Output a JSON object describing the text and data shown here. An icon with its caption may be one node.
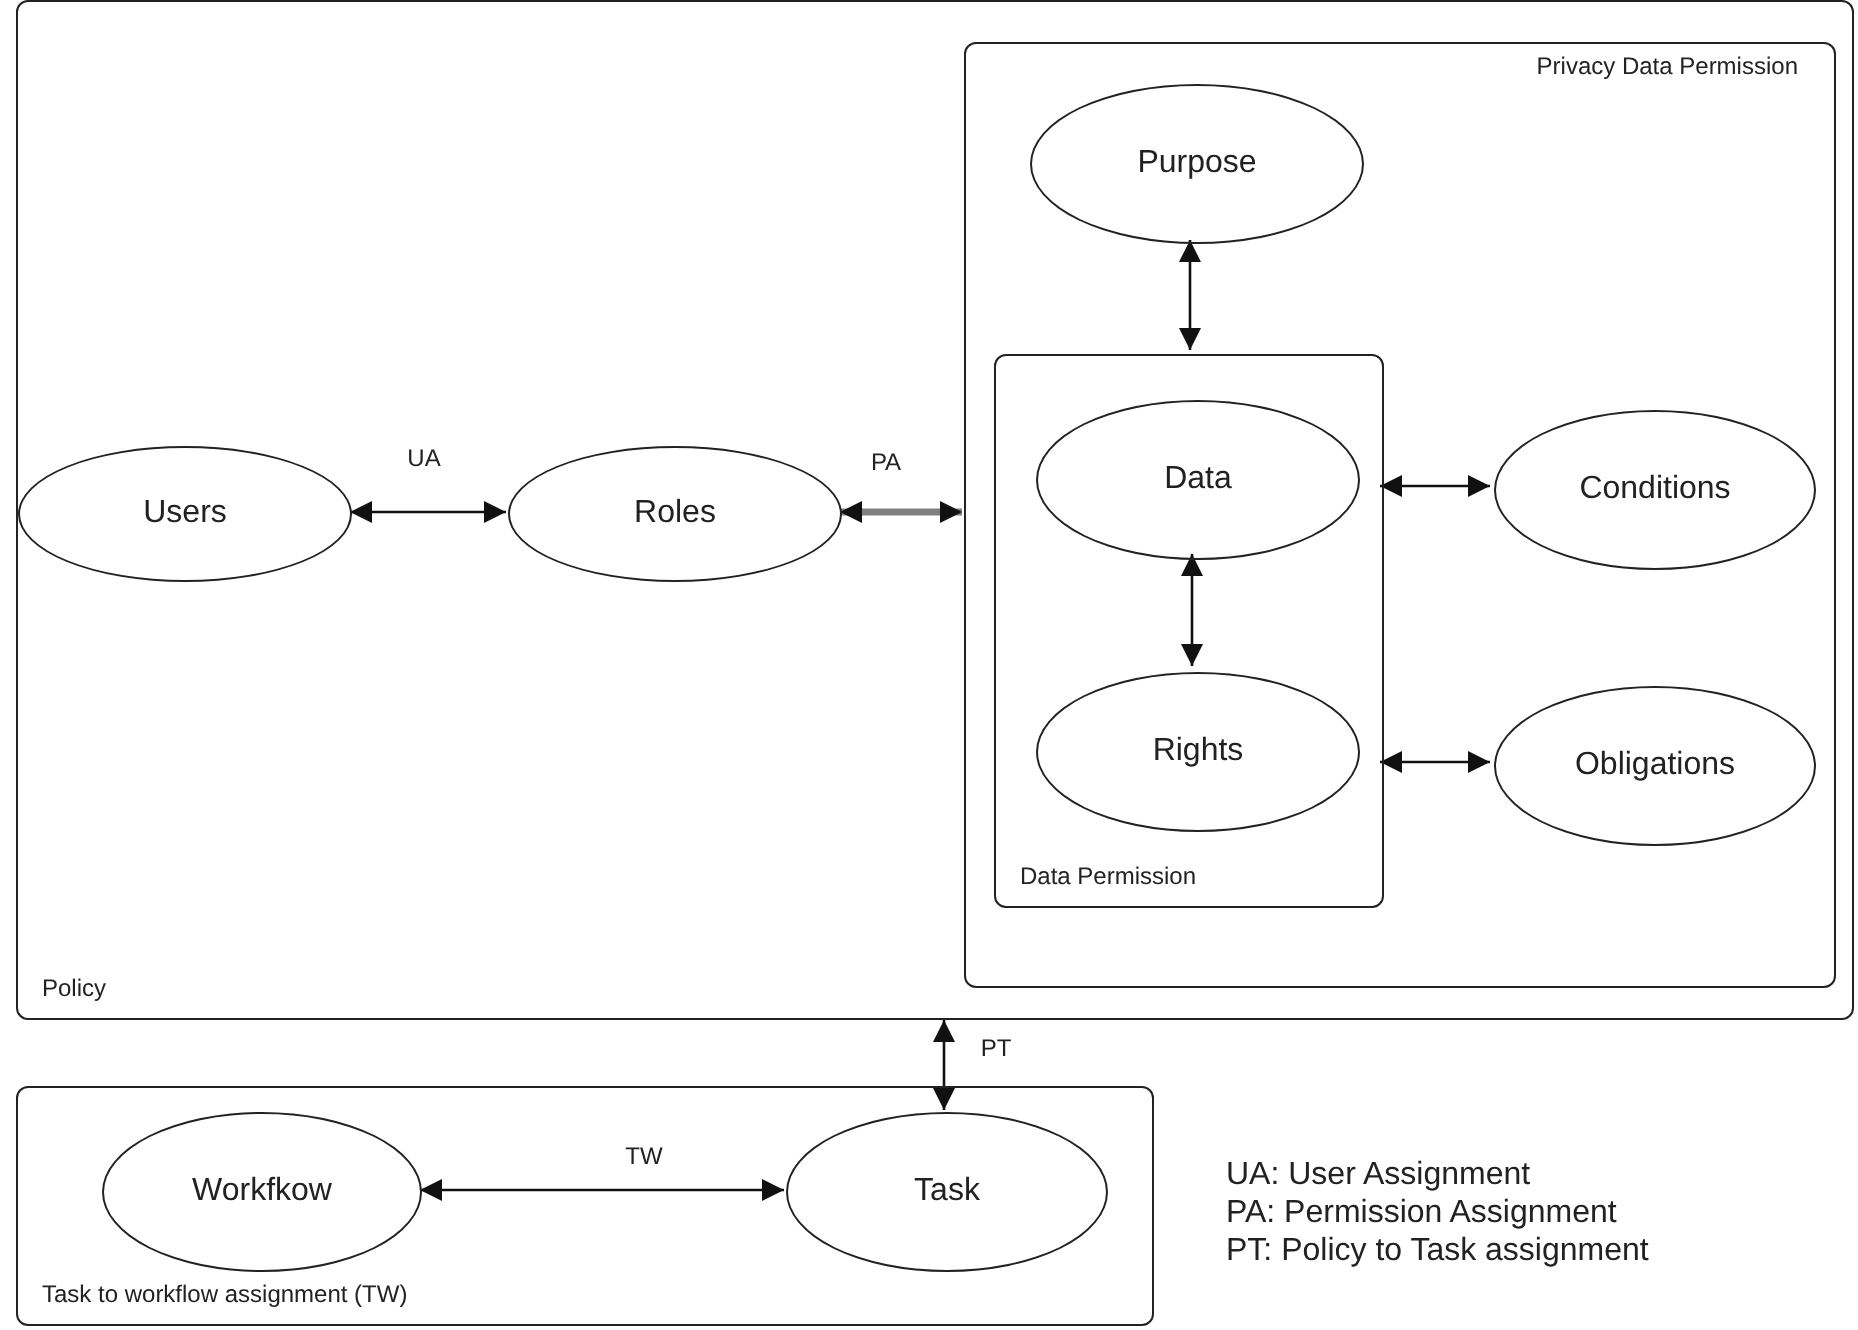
{
  "diagram": {
    "nodes": [
      {
        "text": [
          "Policy"
        ]
      },
      {
        "text": [
          "Users"
        ],
        "in": 0
      },
      {
        "text": [
          "Roles"
        ],
        "in": 0
      },
      {
        "text": [
          "Privacy Data Permission"
        ],
        "in": 0
      },
      {
        "text": [
          "Purpose"
        ],
        "in": 3
      },
      {
        "text": [
          "Data Permission"
        ],
        "in": 3
      },
      {
        "text": [
          "Data"
        ],
        "in": 5
      },
      {
        "text": [
          "Rights"
        ],
        "in": 5
      },
      {
        "text": [
          "Conditions"
        ],
        "in": 3
      },
      {
        "text": [
          "Obligations"
        ],
        "in": 3
      },
      {
        "text": [
          "Task to workflow assignment (TW)"
        ]
      },
      {
        "text": [
          "Workfkow"
        ],
        "in": 10
      },
      {
        "text": [
          "Task"
        ],
        "in": 10
      }
    ],
    "edges": [
      {
        "from": 1,
        "to": 2,
        "arrow": "both",
        "label": "UA"
      },
      {
        "from": 2,
        "to": 3,
        "arrow": "both",
        "label": "PA",
        "style": "thick",
        "color": "#808080"
      },
      {
        "from": 4,
        "to": 5,
        "arrow": "both"
      },
      {
        "from": 6,
        "to": 7,
        "arrow": "both"
      },
      {
        "from": 5,
        "to": 8,
        "arrow": "both"
      },
      {
        "from": 5,
        "to": 9,
        "arrow": "both"
      },
      {
        "from": 0,
        "to": 12,
        "arrow": "both",
        "label": "PT"
      },
      {
        "from": 11,
        "to": 12,
        "arrow": "both",
        "label": "TW"
      }
    ],
    "labels": [
      "UA: User Assignment",
      "PA: Permission Assignment",
      "PT: Policy to Task assignment"
    ]
  }
}
